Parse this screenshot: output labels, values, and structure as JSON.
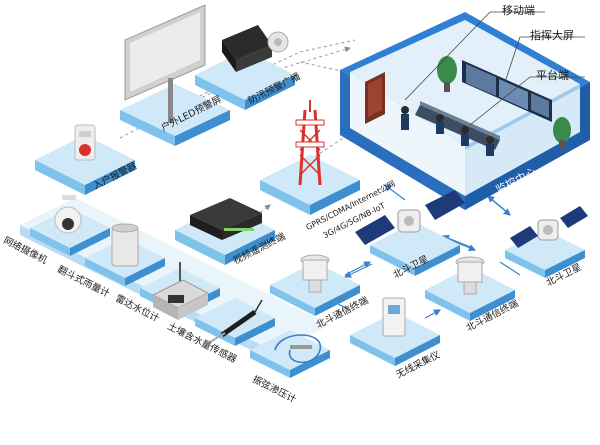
{
  "labels": {
    "mobile": "移动端",
    "big_screen": "指挥大屏",
    "platform": "平台端",
    "monitor_center": "监控中心",
    "led_screen": "户外LED预警屏",
    "flood_broadcast": "防汛预警广播",
    "household_alarm": "入户报警器",
    "network_line1": "GPRS/CDMA/Internet公网",
    "network_line2": "3G/4G/5G/NB-IoT",
    "video_terminal": "视频遥测终端",
    "network_camera": "网络摄像机",
    "tipping_rain_gauge": "翻斗式雨量计",
    "radar_water_gauge": "雷达水位计",
    "soil_moisture_sensor": "土壤含水量传感器",
    "vibrating_wire_piezometer": "振弦渗压计",
    "beidou_terminal_1": "北斗通信终端",
    "beidou_terminal_2": "北斗通信终端",
    "wireless_collector": "无线采集仪",
    "beidou_satellite_1": "北斗卫星",
    "beidou_satellite_2": "北斗卫星"
  },
  "colors": {
    "platform_top": "#cfe9f9",
    "platform_left": "#7fc2ec",
    "platform_right": "#3d8fd0",
    "room_floor": "#dfeef8",
    "room_wall": "#2f7fd3",
    "tower_red": "#d9322a",
    "accent_text": "#ffffff"
  }
}
